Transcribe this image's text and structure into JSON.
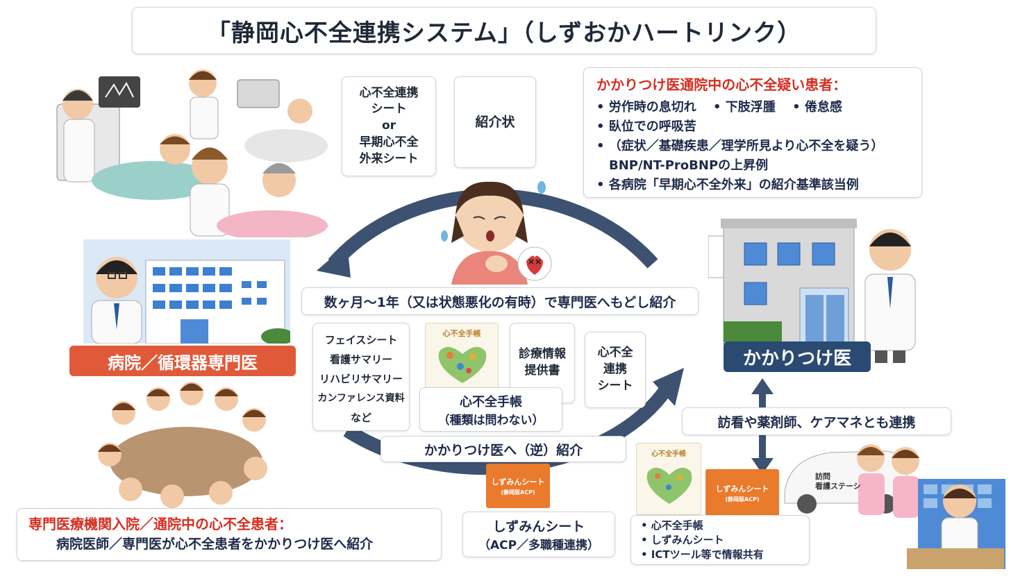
{
  "title": "「静岡心不全連携システム」（しずおかハートリンク）",
  "docs_top": {
    "sheet": "心不全連携\nシート\nor\n早期心不全\n外来シート",
    "referral_letter": "紹介状"
  },
  "suspect": {
    "title": "かかりつけ医通院中の心不全疑い患者：",
    "lines": [
      "• 労作時の息切れ　 • 下肢浮腫　 • 倦怠感",
      "• 臥位での呼吸苦",
      "• （症状／基礎疾患／理学所見より心不全を疑う）",
      "　BNP/NT-ProBNPの上昇例",
      "• 各病院「早期心不全外来」の紹介基準該当例"
    ]
  },
  "hospital_label": "病院／循環器専門医",
  "clinic_label": "かかりつけ医",
  "return_referral": "数ヶ月〜1年（又は状態悪化の有時）で専門医へもどし紹介",
  "docs_bottom": {
    "face_sheet_list": [
      "フェイスシート",
      "看護サマリー",
      "リハビリサマリー",
      "カンファレンス資料",
      "など"
    ],
    "notebook_cover": "心不全手帳",
    "notebook_caption_1": "心不全手帳",
    "notebook_caption_2": "（種類は問わない）",
    "medical_info": "診療情報\n提供書",
    "cooperation_sheet": "心不全\n連携\nシート"
  },
  "reverse_referral": "かかりつけ医へ（逆）紹介",
  "shizumin": {
    "booklet_title": "しずみんシート",
    "booklet_sub": "(静岡版ACP)",
    "caption_1": "しずみんシート",
    "caption_2": "（ACP／多職種連携）"
  },
  "multi": "訪看や薬剤師、ケアマネとも連携",
  "share": {
    "notebook_cover": "心不全手帳",
    "booklet_title": "しずみんシート",
    "booklet_sub": "(静岡版ACP)",
    "items": [
      "• 心不全手帳",
      "• しずみんシート",
      "• ICTツール等で情報共有"
    ]
  },
  "car_text": "訪問\n看護ステーシ",
  "specialist": {
    "title": "専門医療機関入院／通院中の心不全患者：",
    "body": "病院医師／専門医が心不全患者をかかりつけ医へ紹介"
  },
  "colors": {
    "accent_red": "#d62e1f",
    "hospital_label": "#e05a3a",
    "clinic_label": "#2a4a72",
    "arrow": "#3d5170",
    "booklet": "#ea7a2c"
  }
}
